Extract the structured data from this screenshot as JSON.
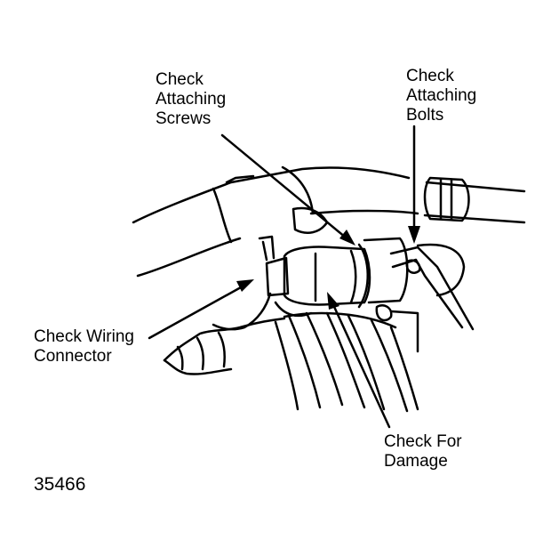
{
  "callouts": {
    "attaching_screws": [
      "Check",
      "Attaching",
      "Screws"
    ],
    "attaching_bolts": [
      "Check",
      "Attaching",
      "Bolts"
    ],
    "wiring_connector": [
      "Check Wiring",
      "Connector"
    ],
    "damage": [
      "Check For",
      "Damage"
    ]
  },
  "figure_number": "35466"
}
